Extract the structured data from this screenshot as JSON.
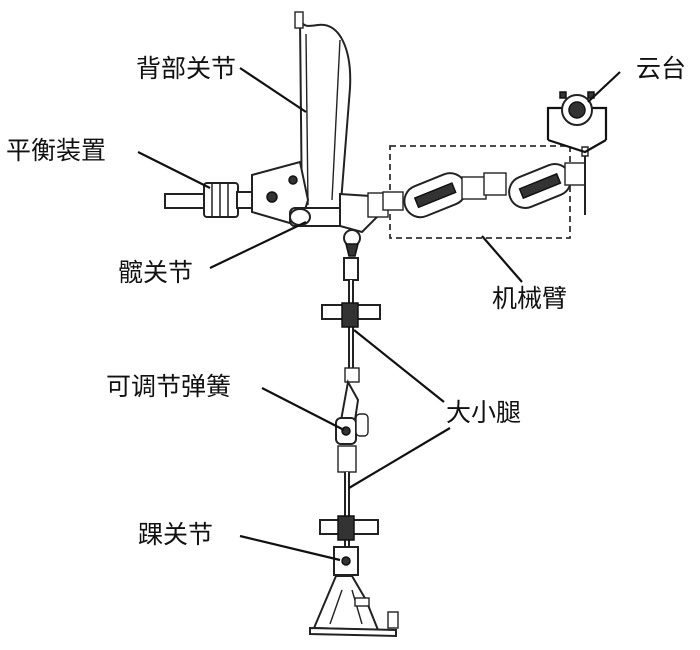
{
  "labels": {
    "back_joint": "背部关节",
    "balance_device": "平衡装置",
    "hip_joint": "髋关节",
    "adjustable_spring": "可调节弹簧",
    "ankle_joint": "踝关节",
    "gimbal": "云台",
    "mechanical_arm": "机械臂",
    "thigh_shank": "大小腿"
  }
}
